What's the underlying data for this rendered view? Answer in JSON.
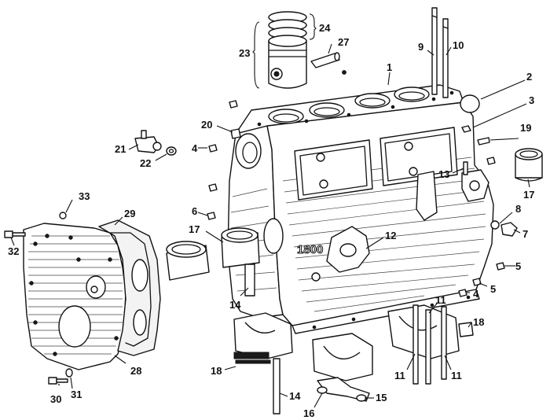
{
  "diagram": {
    "cast_text": "1800",
    "labels": [
      {
        "id": "l1",
        "text": "1"
      },
      {
        "id": "l2",
        "text": "2"
      },
      {
        "id": "l3",
        "text": "3"
      },
      {
        "id": "l4a",
        "text": "4"
      },
      {
        "id": "l4b",
        "text": "4"
      },
      {
        "id": "l5a",
        "text": "5"
      },
      {
        "id": "l5b",
        "text": "5"
      },
      {
        "id": "l6",
        "text": "6"
      },
      {
        "id": "l7",
        "text": "7"
      },
      {
        "id": "l8",
        "text": "8"
      },
      {
        "id": "l9",
        "text": "9"
      },
      {
        "id": "l10",
        "text": "10"
      },
      {
        "id": "l11a",
        "text": "11"
      },
      {
        "id": "l11b",
        "text": "11"
      },
      {
        "id": "l11c",
        "text": "11"
      },
      {
        "id": "l12",
        "text": "12"
      },
      {
        "id": "l13",
        "text": "13"
      },
      {
        "id": "l14a",
        "text": "14"
      },
      {
        "id": "l14b",
        "text": "14"
      },
      {
        "id": "l15",
        "text": "15"
      },
      {
        "id": "l16",
        "text": "16"
      },
      {
        "id": "l17a",
        "text": "17"
      },
      {
        "id": "l17b",
        "text": "17"
      },
      {
        "id": "l18a",
        "text": "18"
      },
      {
        "id": "l18b",
        "text": "18"
      },
      {
        "id": "l19",
        "text": "19"
      },
      {
        "id": "l20",
        "text": "20"
      },
      {
        "id": "l21",
        "text": "21"
      },
      {
        "id": "l22",
        "text": "22"
      },
      {
        "id": "l23",
        "text": "23"
      },
      {
        "id": "l24",
        "text": "24"
      },
      {
        "id": "l27",
        "text": "27"
      },
      {
        "id": "l28",
        "text": "28"
      },
      {
        "id": "l29",
        "text": "29"
      },
      {
        "id": "l30",
        "text": "30"
      },
      {
        "id": "l31",
        "text": "31"
      },
      {
        "id": "l32",
        "text": "32"
      },
      {
        "id": "l33",
        "text": "33"
      }
    ]
  }
}
